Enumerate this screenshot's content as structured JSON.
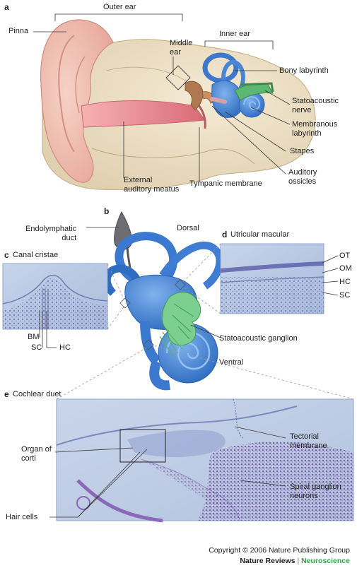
{
  "panel_a": {
    "letter": "a",
    "labels": {
      "outer_ear": "Outer ear",
      "pinna": "Pinna",
      "middle_ear": "Middle\near",
      "inner_ear": "Inner ear",
      "bony_labyrinth": "Bony labyrinth",
      "statoacoustic_nerve": "Statoacoustic\nnerve",
      "membranous_labyrinth": "Membranous\nlabyrinth",
      "stapes": "Stapes",
      "auditory_ossicles": "Auditory\nossicles",
      "tympanic_membrane": "Tympanic membrane",
      "external_auditory_meatus": "External\nauditory meatus"
    }
  },
  "panel_b": {
    "letter": "b",
    "labels": {
      "endolymphatic_duct": "Endolymphatic\nduct",
      "dorsal": "Dorsal",
      "statoacoustic_ganglion": "Statoacoustic ganglion",
      "ventral": "Ventral"
    }
  },
  "panel_c": {
    "letter": "c",
    "title": "Canal cristae",
    "labels": {
      "bm": "BM",
      "sc": "SC",
      "hc": "HC"
    }
  },
  "panel_d": {
    "letter": "d",
    "title": "Utricular macular",
    "labels": {
      "ot": "OT",
      "om": "OM",
      "hc": "HC",
      "sc": "SC"
    }
  },
  "panel_e": {
    "letter": "e",
    "title": "Cochlear duet",
    "labels": {
      "organ_of_corti": "Organ of\ncorti",
      "tectorial_membrane": "Tectorial\nmembrane",
      "spiral_ganglion_neurons": "Spiral ganglion\nneurons",
      "hair_cells": "Hair cells"
    }
  },
  "footer": {
    "copyright": "Copyright © 2006 Nature Publishing Group",
    "journal": "Nature Reviews",
    "separator": "|",
    "section": "Neuroscience"
  },
  "colors": {
    "skin": "#f2c4b8",
    "bone": "#e8dcc2",
    "labyrinth_blue": "#4a86d6",
    "nerve_green": "#5cb870",
    "ossicle_brown": "#b07850",
    "histology": "#b9c9e2",
    "stain": "#5a5aa8"
  }
}
